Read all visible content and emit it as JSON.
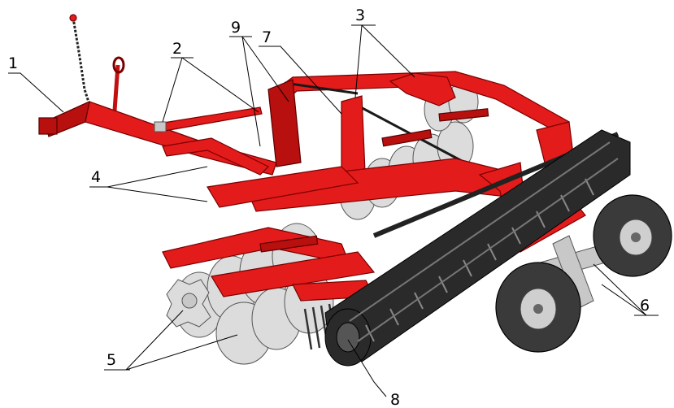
{
  "callouts": [
    {
      "id": "c1",
      "label": "1"
    },
    {
      "id": "c2",
      "label": "2"
    },
    {
      "id": "c3",
      "label": "3"
    },
    {
      "id": "c4",
      "label": "4"
    },
    {
      "id": "c5",
      "label": "5"
    },
    {
      "id": "c6",
      "label": "6"
    },
    {
      "id": "c7",
      "label": "7"
    },
    {
      "id": "c8",
      "label": "8"
    },
    {
      "id": "c9",
      "label": "9"
    }
  ],
  "colors": {
    "frame": "#e31b1b",
    "roller": "#2a2a2a",
    "disc": "#dcdcdc",
    "tyre": "#3a3a3a"
  }
}
